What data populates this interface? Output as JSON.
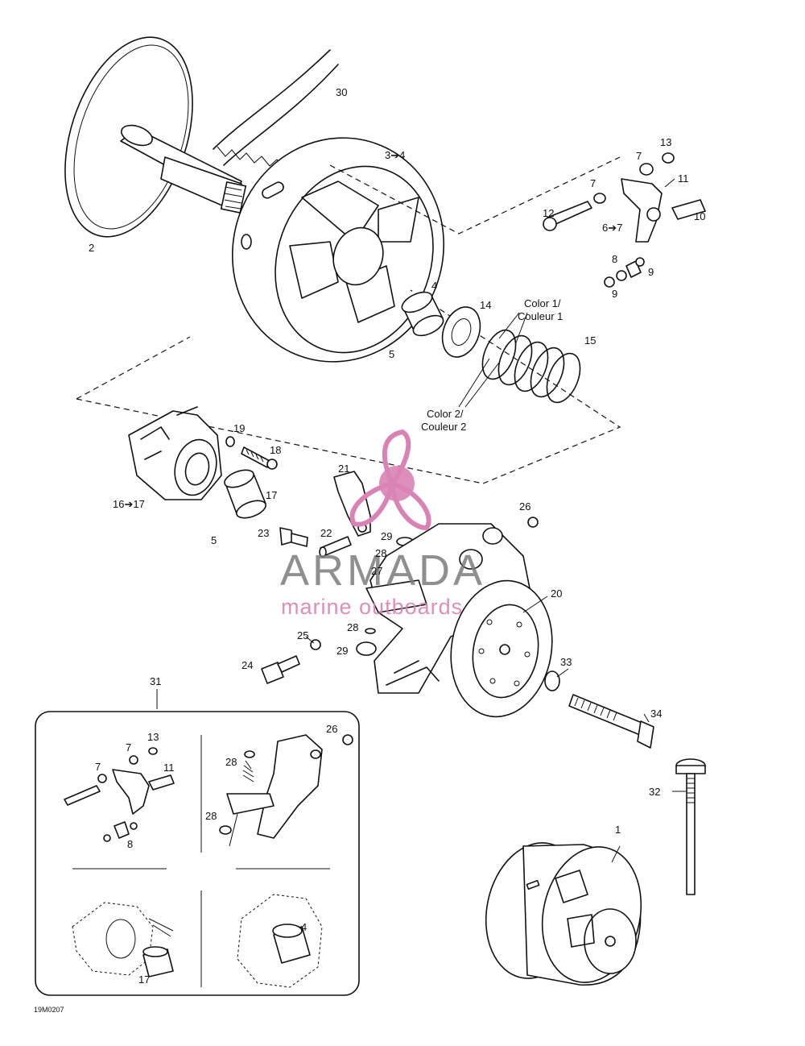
{
  "watermark": {
    "brand": "ARMADA",
    "tagline": "marine outboards",
    "accent": "#d983b5"
  },
  "labels": {
    "l1": "1",
    "l2": "2",
    "l3_4": "3➔4",
    "l4": "4",
    "l5a": "5",
    "l5b": "5",
    "l6_7": "6➔7",
    "l7a": "7",
    "l7b": "7",
    "l8": "8",
    "l9a": "9",
    "l9b": "9",
    "l10": "10",
    "l11": "11",
    "l12": "12",
    "l13": "13",
    "l14": "14",
    "l15": "15",
    "color1a": "Color 1/",
    "color1b": "Couleur 1",
    "color2a": "Color 2/",
    "color2b": "Couleur 2",
    "l16_17": "16➔17",
    "l17": "17",
    "l18": "18",
    "l19": "19",
    "l20": "20",
    "l21": "21",
    "l22": "22",
    "l23": "23",
    "l24": "24",
    "l25": "25",
    "l26": "26",
    "l27": "27",
    "l28a": "28",
    "l28b": "28",
    "l29a": "29",
    "l29b": "29",
    "l30": "30",
    "l31": "31",
    "l32": "32",
    "l33": "33",
    "l34": "34"
  },
  "inset": {
    "p7a": "7",
    "p7b": "7",
    "p13": "13",
    "p11": "11",
    "p8": "8",
    "p26": "26",
    "p28a": "28",
    "p28b": "28",
    "p4": "4",
    "p17": "17"
  },
  "drawing_code": "19M0207"
}
